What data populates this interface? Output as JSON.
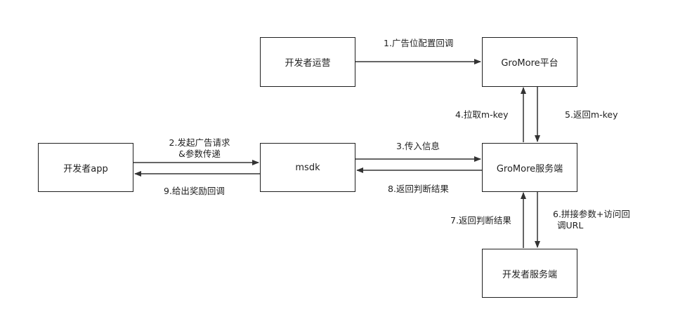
{
  "nodes": {
    "dev_ops": "开发者运营",
    "gromore_platform": "GroMore平台",
    "dev_app": "开发者app",
    "msdk": "msdk",
    "gromore_server": "GroMore服务端",
    "dev_server": "开发者服务端"
  },
  "edges": {
    "e1": "1.广告位配置回调",
    "e2_line1": "2.发起广告请求",
    "e2_line2": "&参数传递",
    "e3": "3.传入信息",
    "e4": "4.拉取m-key",
    "e5": "5.返回m-key",
    "e6_line1": "6.拼接参数+访问回",
    "e6_line2": "调URL",
    "e7": "7.返回判断结果",
    "e8": "8.返回判断结果",
    "e9": "9.给出奖励回调"
  },
  "colors": {
    "stroke": "#333333",
    "text": "#1f1f1f",
    "background": "#ffffff"
  }
}
